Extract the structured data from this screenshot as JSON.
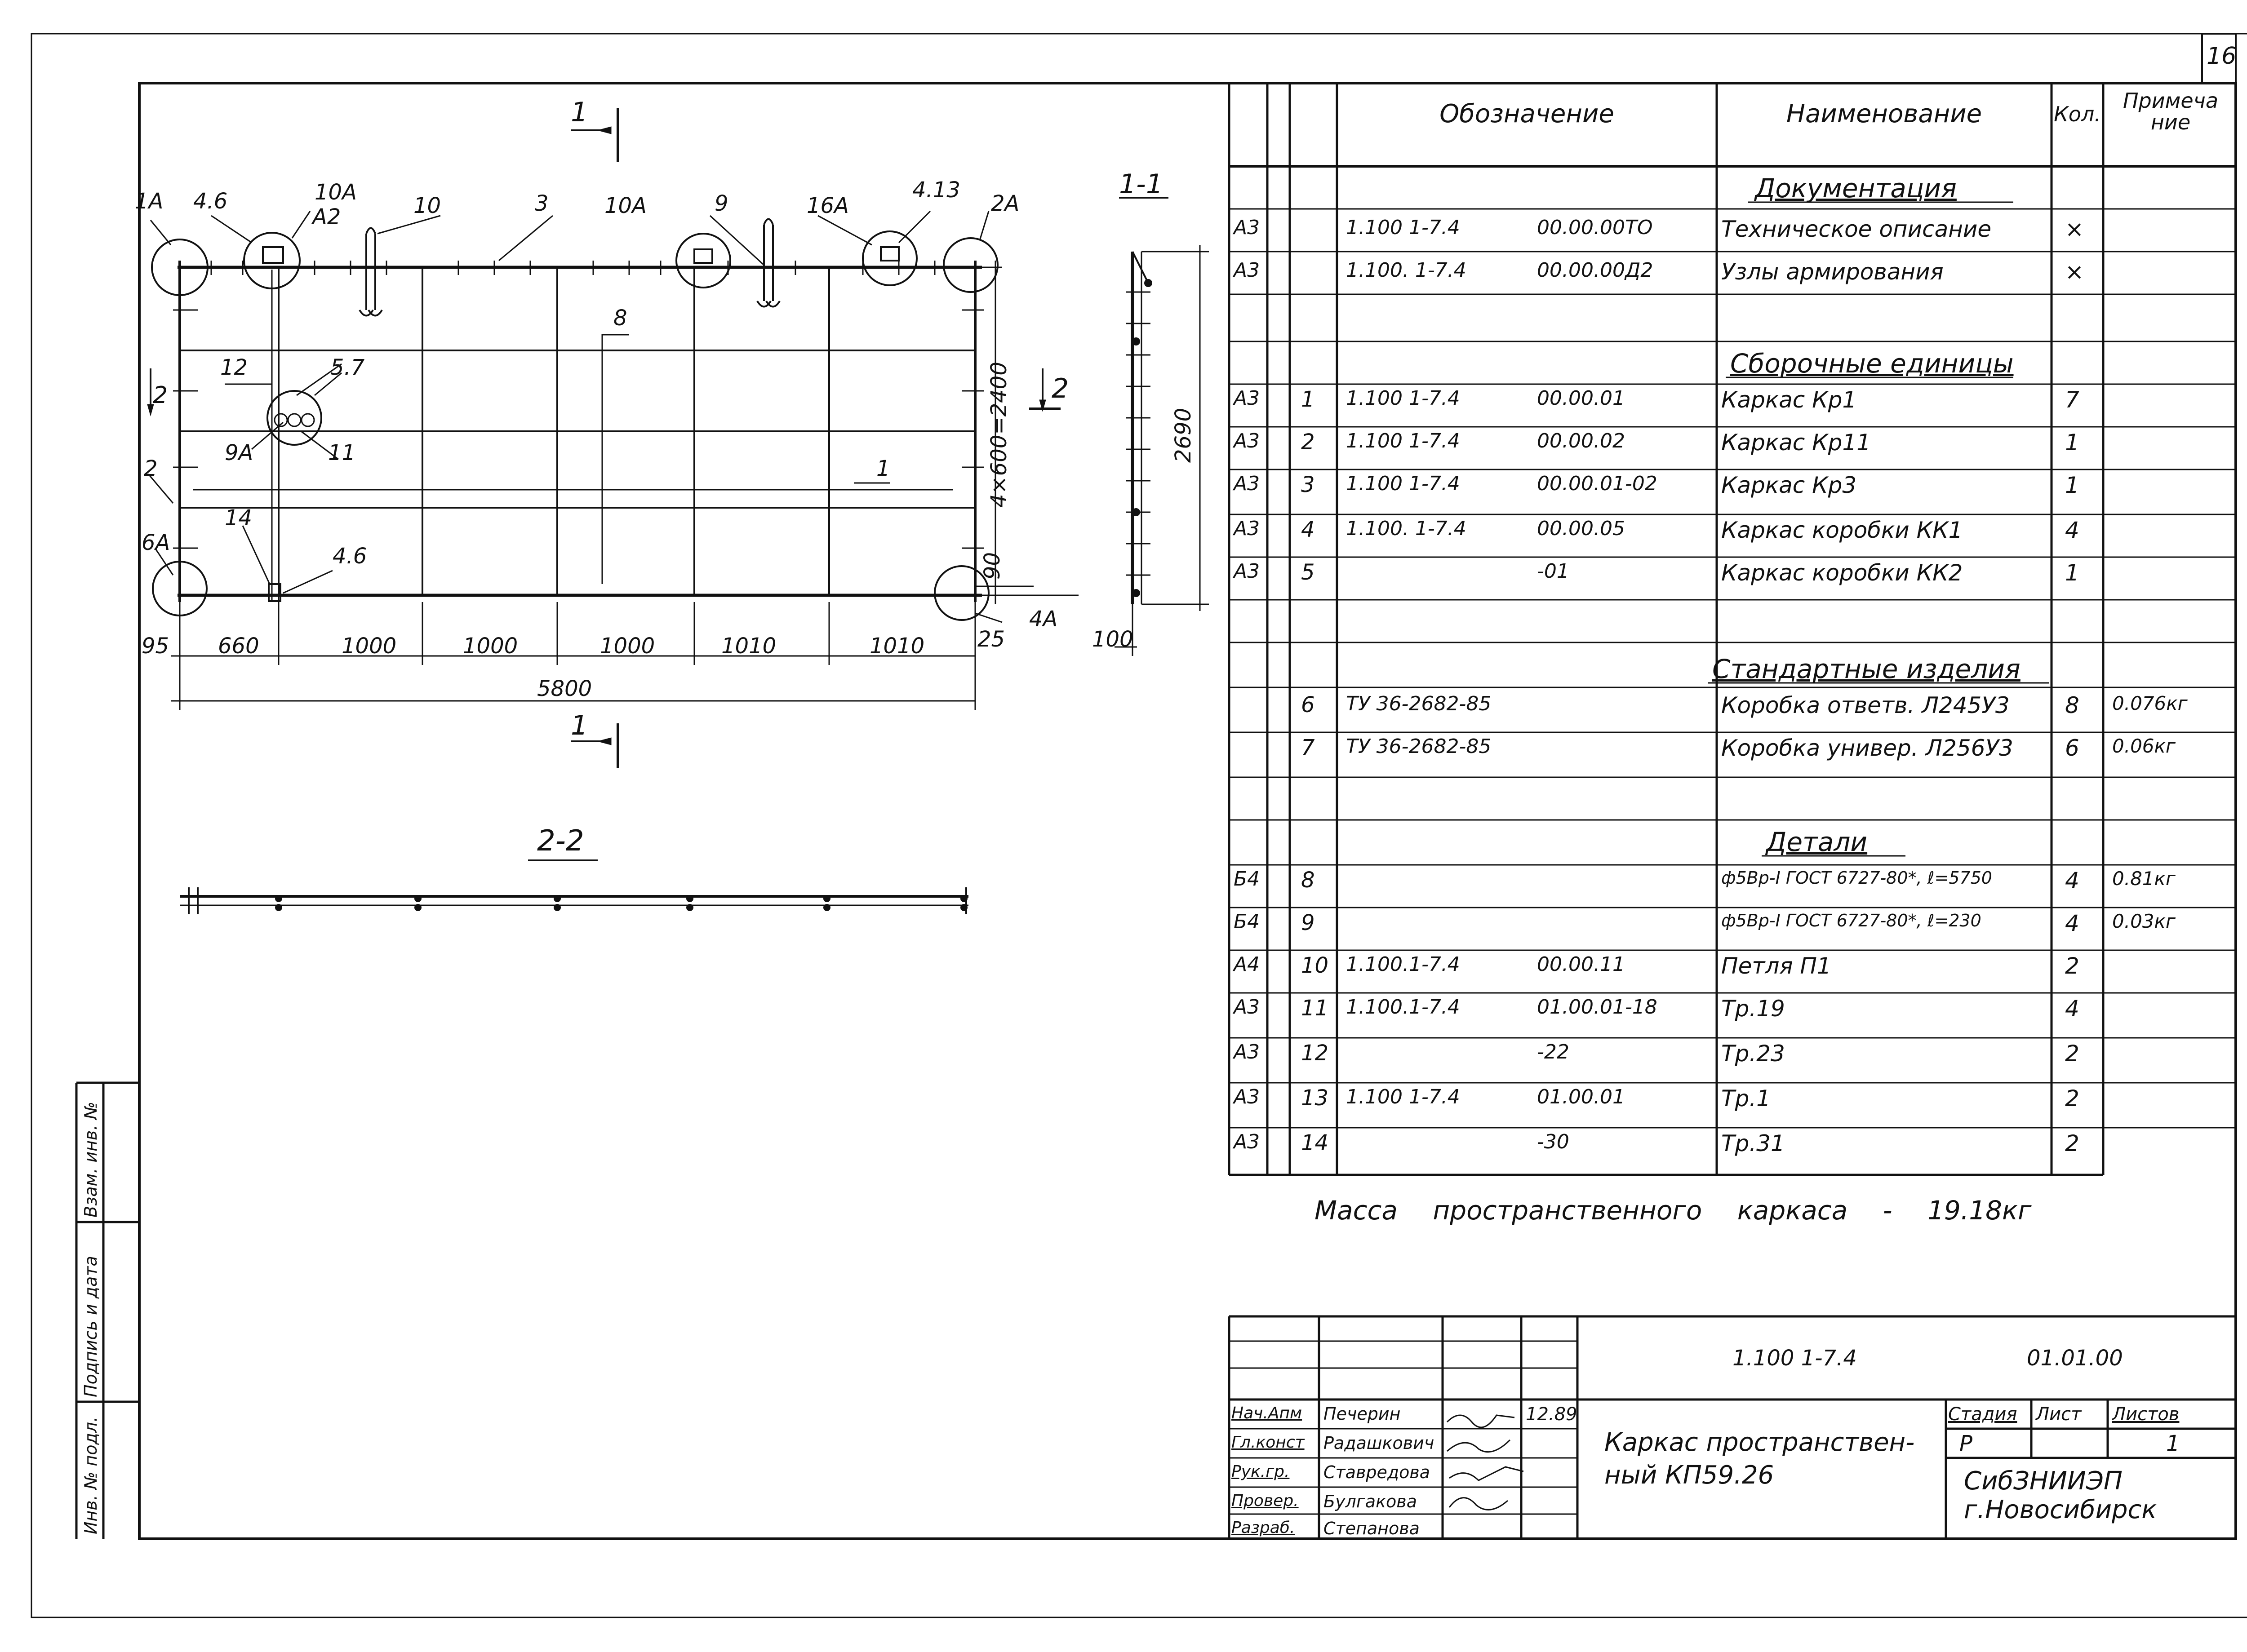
{
  "sheet_number": "16",
  "spec_table": {
    "headers": {
      "oboznachenie": "Обозначение",
      "naimenovanie": "Наименование",
      "kol": "Кол.",
      "primechanie": "Примеча ние"
    },
    "sections": {
      "documentation": "Документация",
      "assembly_units": "Сборочные единицы",
      "standard_items": "Стандартные изделия",
      "details": "Детали"
    },
    "rows": [
      {
        "format": "А3",
        "pos": "",
        "code": "1.100 1-7.4",
        "code2": "00.00.00ТО",
        "name": "Техническое описание",
        "qty": "×",
        "note": ""
      },
      {
        "format": "А3",
        "pos": "",
        "code": "1.100. 1-7.4",
        "code2": "00.00.00Д2",
        "name": "Узлы армирования",
        "qty": "×",
        "note": ""
      },
      {
        "format": "А3",
        "pos": "1",
        "code": "1.100 1-7.4",
        "code2": "00.00.01",
        "name": "Каркас Кр1",
        "qty": "7",
        "note": ""
      },
      {
        "format": "А3",
        "pos": "2",
        "code": "1.100 1-7.4",
        "code2": "00.00.02",
        "name": "Каркас Кр11",
        "qty": "1",
        "note": ""
      },
      {
        "format": "А3",
        "pos": "3",
        "code": "1.100 1-7.4",
        "code2": "00.00.01-02",
        "name": "Каркас Кр3",
        "qty": "1",
        "note": ""
      },
      {
        "format": "А3",
        "pos": "4",
        "code": "1.100. 1-7.4",
        "code2": "00.00.05",
        "name": "Каркас коробки КК1",
        "qty": "4",
        "note": ""
      },
      {
        "format": "А3",
        "pos": "5",
        "code": "",
        "code2": "-01",
        "name": "Каркас коробки КК2",
        "qty": "1",
        "note": ""
      },
      {
        "format": "",
        "pos": "6",
        "code": "ТУ 36-2682-85",
        "code2": "",
        "name": "Коробка ответв. Л245У3",
        "qty": "8",
        "note": "0.076кг"
      },
      {
        "format": "",
        "pos": "7",
        "code": "ТУ 36-2682-85",
        "code2": "",
        "name": "Коробка универ. Л256У3",
        "qty": "6",
        "note": "0.06кг"
      },
      {
        "format": "Б4",
        "pos": "8",
        "code": "",
        "code2": "",
        "name": "ф5Вр-I ГОСТ 6727-80*, ℓ=5750",
        "qty": "4",
        "note": "0.81кг"
      },
      {
        "format": "Б4",
        "pos": "9",
        "code": "",
        "code2": "",
        "name": "ф5Вр-I ГОСТ 6727-80*, ℓ=230",
        "qty": "4",
        "note": "0.03кг"
      },
      {
        "format": "А4",
        "pos": "10",
        "code": "1.100.1-7.4",
        "code2": "00.00.11",
        "name": "Петля П1",
        "qty": "2",
        "note": ""
      },
      {
        "format": "А3",
        "pos": "11",
        "code": "1.100.1-7.4",
        "code2": "01.00.01-18",
        "name": "Тр.19",
        "qty": "4",
        "note": ""
      },
      {
        "format": "А3",
        "pos": "12",
        "code": "",
        "code2": "-22",
        "name": "Тр.23",
        "qty": "2",
        "note": ""
      },
      {
        "format": "А3",
        "pos": "13",
        "code": "1.100 1-7.4",
        "code2": "01.00.01",
        "name": "Тр.1",
        "qty": "2",
        "note": ""
      },
      {
        "format": "А3",
        "pos": "14",
        "code": "",
        "code2": "-30",
        "name": "Тр.31",
        "qty": "2",
        "note": ""
      }
    ]
  },
  "mass_note": "Масса пространственного каркаса - 19.18кг",
  "drawing": {
    "section_1_1": "1-1",
    "section_2_2": "2-2",
    "cut_1": "1",
    "cut_2": "2",
    "callouts": {
      "c1A": "1А",
      "c46": "4.6",
      "c10A": "10А",
      "cA2": "А2",
      "c10": "10",
      "c3": "3",
      "c10A2": "10А",
      "c9": "9",
      "c16A": "16А",
      "c413": "4.13",
      "c2A": "2А",
      "c8": "8",
      "c12": "12",
      "c57": "5.7",
      "c9A": "9А",
      "c11": "11",
      "c1": "1",
      "c2": "2",
      "c6A": "6А",
      "c14": "14",
      "c462": "4.6",
      "c4A": "4А"
    },
    "dims": {
      "d95": "95",
      "d660": "660",
      "d1000a": "1000",
      "d1000b": "1000",
      "d1000c": "1000",
      "d1010a": "1010",
      "d1010b": "1010",
      "d25": "25",
      "d5800": "5800",
      "d4x600": "4×600=2400",
      "d90": "90",
      "d2690": "2690",
      "d100": "100"
    }
  },
  "title_block": {
    "doc_code": "1.100 1-7.4",
    "doc_code2": "01.01.00",
    "title": "Каркас пространствен- ный КП59.26",
    "stage_label": "Стадия",
    "sheet_label": "Лист",
    "sheets_label": "Листов",
    "stage": "Р",
    "sheets": "1",
    "org": "СибЗНИИЭП г.Новосибирск",
    "roles": [
      {
        "role": "Нач.Апм",
        "name": "Печерин",
        "sign": "",
        "date": "12.89"
      },
      {
        "role": "Гл.конст",
        "name": "Радашкович",
        "sign": "",
        "date": ""
      },
      {
        "role": "Рук.гр.",
        "name": "Ставредова",
        "sign": "",
        "date": ""
      },
      {
        "role": "Провер.",
        "name": "Булгакова",
        "sign": "",
        "date": ""
      },
      {
        "role": "Разраб.",
        "name": "Степанова",
        "sign": "",
        "date": ""
      }
    ]
  },
  "side_stamp": {
    "inv_podl": "Инв. № подл.",
    "podpis": "Подпись и дата",
    "vzam": "Взам. инв. №"
  }
}
